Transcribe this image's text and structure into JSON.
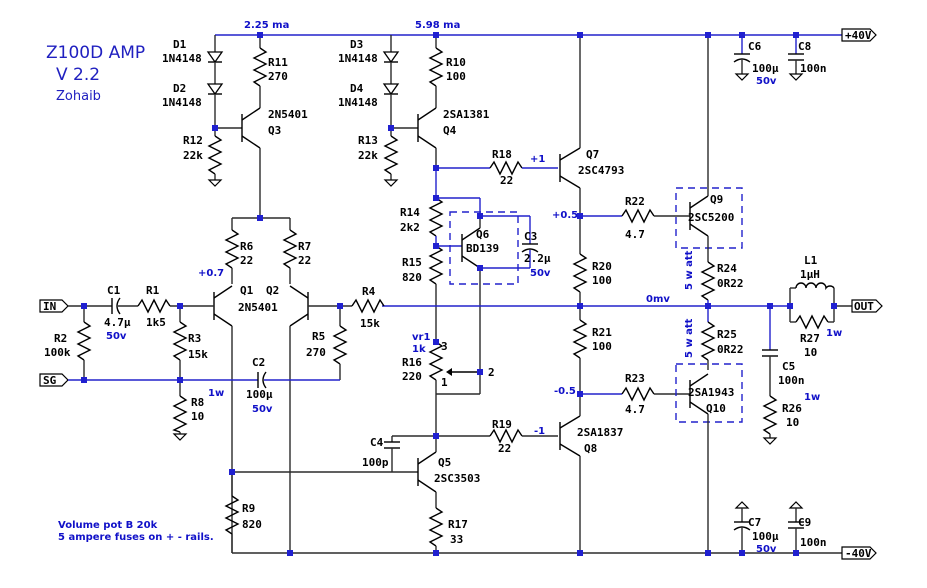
{
  "title": {
    "line1": "Z100D AMP",
    "line2": "V 2.2",
    "author": "Zohaib"
  },
  "currents": {
    "left": "2.25 ma",
    "right": "5.98 ma"
  },
  "rails": {
    "pos": "+40V",
    "neg": "-40V"
  },
  "ports": {
    "in": "IN",
    "sg": "SG",
    "out": "OUT"
  },
  "notes": {
    "line1": "Volume pot B 20k",
    "line2": "5 ampere fuses on + - rails."
  },
  "voltages": {
    "q1_base": "+0.7",
    "q7_base": "+1",
    "q9_base": "+0.5",
    "q10_base": "-0.5",
    "q8_base": "-1",
    "out": "0mv"
  },
  "components": {
    "D1": {
      "name": "D1",
      "value": "1N4148"
    },
    "D2": {
      "name": "D2",
      "value": "1N4148"
    },
    "D3": {
      "name": "D3",
      "value": "1N4148"
    },
    "D4": {
      "name": "D4",
      "value": "1N4148"
    },
    "R11": {
      "name": "R11",
      "value": "270"
    },
    "R12": {
      "name": "R12",
      "value": "22k"
    },
    "R10": {
      "name": "R10",
      "value": "100"
    },
    "R13": {
      "name": "R13",
      "value": "22k"
    },
    "Q3": {
      "name": "Q3",
      "value": "2N5401"
    },
    "Q4": {
      "name": "Q4",
      "value": "2SA1381"
    },
    "Q7": {
      "name": "Q7",
      "value": "2SC4793"
    },
    "Q8": {
      "name": "Q8",
      "value": "2SA1837"
    },
    "Q9": {
      "name": "Q9",
      "value": "2SC5200"
    },
    "Q10": {
      "name": "Q10",
      "value": "2SA1943"
    },
    "Q1": {
      "name": "Q1",
      "value": "2N5401"
    },
    "Q2": {
      "name": "Q2",
      "value": ""
    },
    "Q5": {
      "name": "Q5",
      "value": "2SC3503"
    },
    "Q6": {
      "name": "Q6",
      "value": "BD139"
    },
    "R18": {
      "name": "R18",
      "value": "22"
    },
    "R19": {
      "name": "R19",
      "value": "22"
    },
    "R22": {
      "name": "R22",
      "value": "4.7"
    },
    "R23": {
      "name": "R23",
      "value": "4.7"
    },
    "R14": {
      "name": "R14",
      "value": "2k2"
    },
    "R15": {
      "name": "R15",
      "value": "820"
    },
    "R16": {
      "name": "R16",
      "value": "220"
    },
    "vr1": {
      "name": "vr1",
      "value": "1k"
    },
    "R20": {
      "name": "R20",
      "value": "100"
    },
    "R21": {
      "name": "R21",
      "value": "100"
    },
    "R24": {
      "name": "R24",
      "value": "0R22"
    },
    "R25": {
      "name": "R25",
      "value": "0R22"
    },
    "R6": {
      "name": "R6",
      "value": "22"
    },
    "R7": {
      "name": "R7",
      "value": "22"
    },
    "R4": {
      "name": "R4",
      "value": "15k"
    },
    "R5": {
      "name": "R5",
      "value": "270"
    },
    "R1": {
      "name": "R1",
      "value": "1k5"
    },
    "R2": {
      "name": "R2",
      "value": "100k"
    },
    "R3": {
      "name": "R3",
      "value": "15k"
    },
    "R8": {
      "name": "R8",
      "value": "10"
    },
    "R9": {
      "name": "R9",
      "value": "820"
    },
    "R17": {
      "name": "R17",
      "value": "33"
    },
    "R26": {
      "name": "R26",
      "value": "10"
    },
    "R27": {
      "name": "R27",
      "value": "10"
    },
    "L1": {
      "name": "L1",
      "value": "1µH"
    },
    "C1": {
      "name": "C1",
      "value": "4.7µ",
      "volt": "50v"
    },
    "C2": {
      "name": "C2",
      "value": "100µ",
      "volt": "50v"
    },
    "C3": {
      "name": "C3",
      "value": "2.2µ",
      "volt": "50v"
    },
    "C4": {
      "name": "C4",
      "value": "100p"
    },
    "C5": {
      "name": "C5",
      "value": "100n"
    },
    "C6": {
      "name": "C6",
      "value": "100µ",
      "volt": "50v"
    },
    "C7": {
      "name": "C7",
      "value": "100µ",
      "volt": "50v"
    },
    "C8": {
      "name": "C8",
      "value": "100n"
    },
    "C9": {
      "name": "C9",
      "value": "100n"
    }
  },
  "pins": {
    "p1": "1",
    "p2": "2",
    "p3": "3"
  },
  "watts": {
    "r8": "1w",
    "r26": "1w",
    "r27": "1w",
    "r24": "5 w att",
    "r25": "5 w att"
  }
}
